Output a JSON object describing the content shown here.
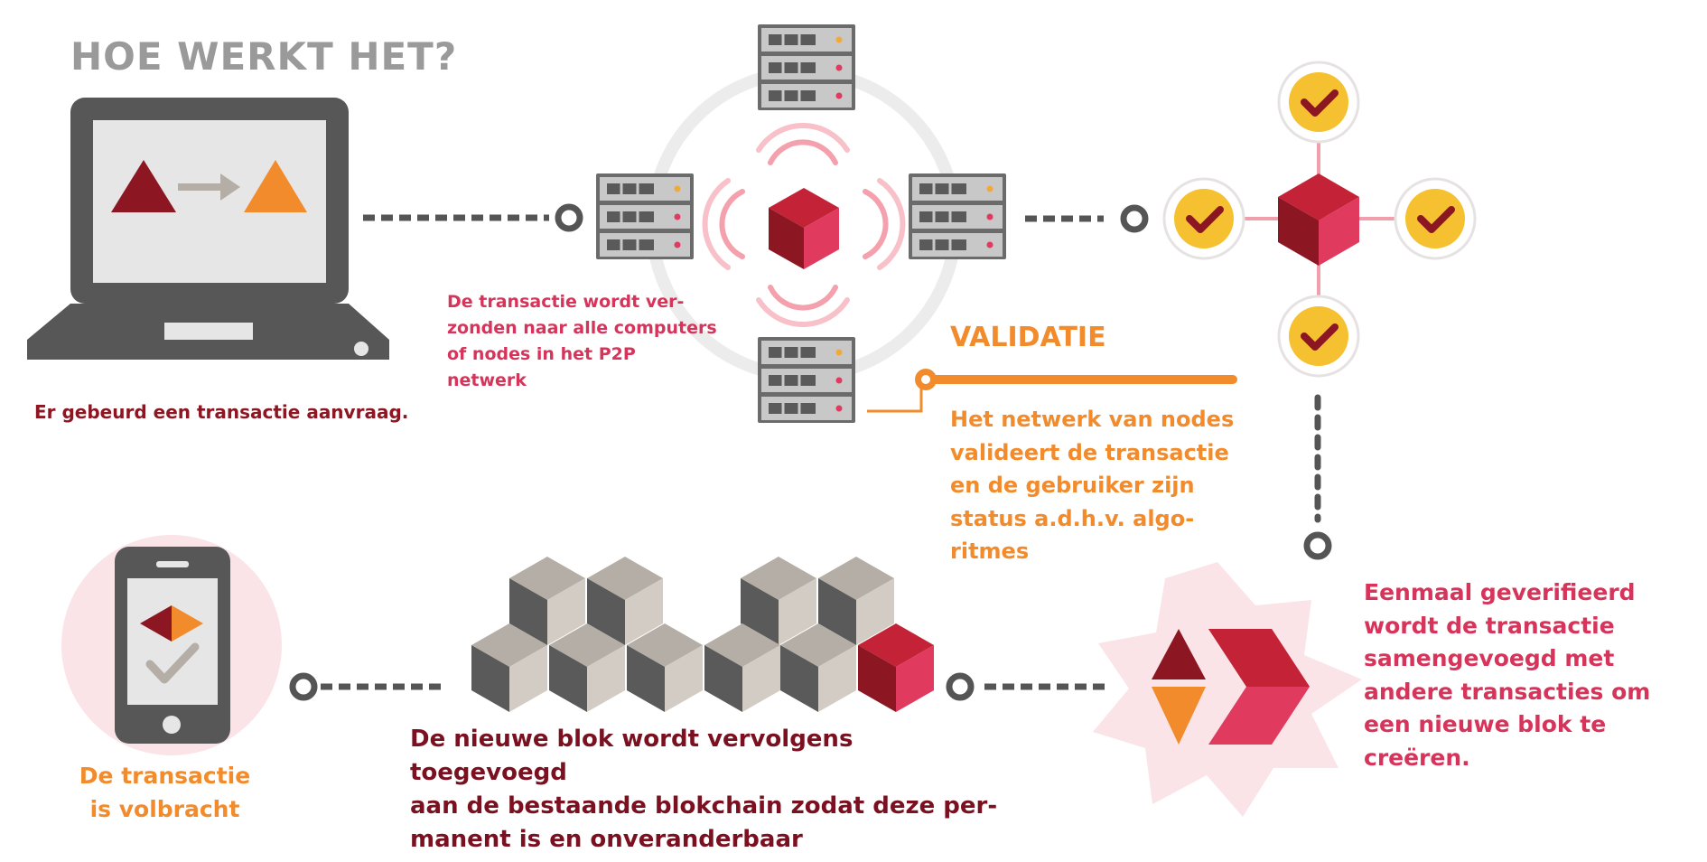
{
  "title": "HOE WERKT HET?",
  "steps": {
    "request": "Er gebeurd een transactie aanvraag.",
    "broadcast": "De transactie wordt ver-\nzonden naar alle computers\nof nodes in het P2P\nnetwerk",
    "validation_title": "VALIDATIE",
    "validation": "Het netwerk van nodes\nvalideert de transactie\nen de gebruiker zijn\nstatus a.d.h.v. algo-\nritmes",
    "merge": "Eenmaal geverifieerd\nwordt de transactie\nsamengevoegd met\nandere transacties om\neen nieuwe blok te\ncreëren.",
    "append": "De nieuwe blok wordt vervolgens toegevoegd\naan de bestaande blokchain zodat deze per-\nmanent is en onveranderbaar",
    "done": "De transactie\nis volbracht"
  },
  "colors": {
    "dark_red": "#8c1622",
    "red": "#c42237",
    "pink": "#e03a5e",
    "orange": "#f28b2b",
    "gray_dark": "#555555",
    "gray_light": "#b5aea6",
    "yellow": "#f5c130"
  },
  "icons": [
    "laptop-icon",
    "server-icon",
    "cube-icon",
    "signal-waves-icon",
    "checkmark-icon",
    "smartphone-icon",
    "block-merge-icon"
  ]
}
